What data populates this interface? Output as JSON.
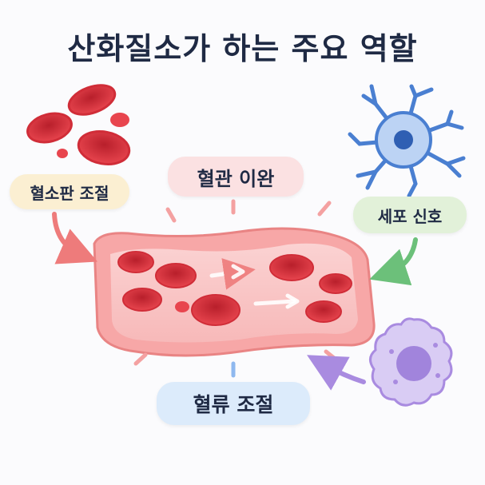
{
  "title": "산화질소가 하는 주요 역할",
  "labels": {
    "platelet": "혈소판 조절",
    "vaso": "혈관 이완",
    "signal": "세포 신호",
    "flow": "혈류 조절"
  },
  "icons": {
    "platelet": "red-blood-cells-icon",
    "signal": "neuron-icon",
    "immune": "immune-cell-icon",
    "vessel": "blood-vessel-icon"
  },
  "colors": {
    "title": "#1f2a44",
    "platelet_pill": "#fbefd2",
    "vaso_pill": "#fbe1e2",
    "signal_pill": "#e2f1d9",
    "flow_pill": "#dcebfb",
    "rbc": "#e23b45",
    "vessel_wall": "#f08c8c",
    "neuron": "#4a7fd1",
    "immune": "#a98be0",
    "arrow_red": "#ee7b7b",
    "arrow_green": "#6cc07a",
    "arrow_purple": "#a98be0"
  }
}
